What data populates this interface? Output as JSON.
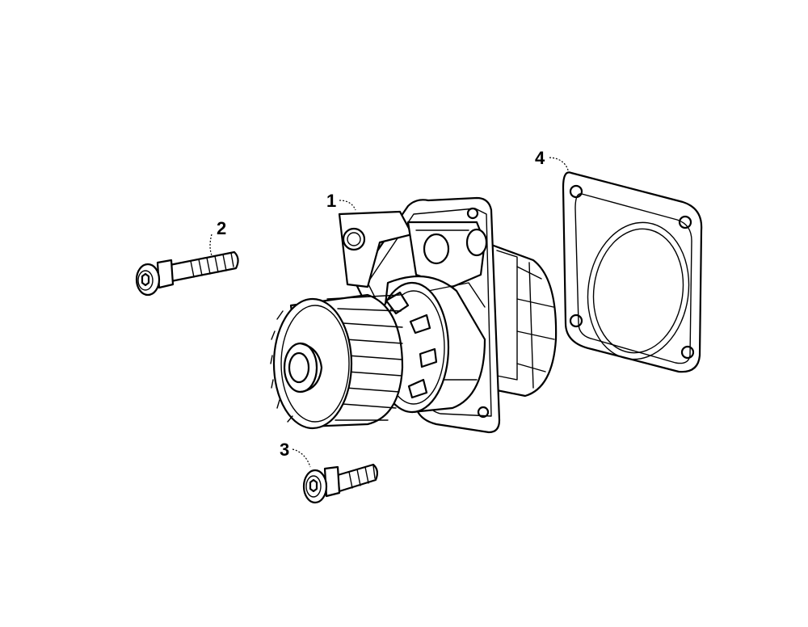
{
  "diagram": {
    "callouts": [
      {
        "id": "water-pump",
        "label": "1"
      },
      {
        "id": "bolt-long",
        "label": "2"
      },
      {
        "id": "bolt-short",
        "label": "3"
      },
      {
        "id": "gasket",
        "label": "4"
      }
    ]
  }
}
